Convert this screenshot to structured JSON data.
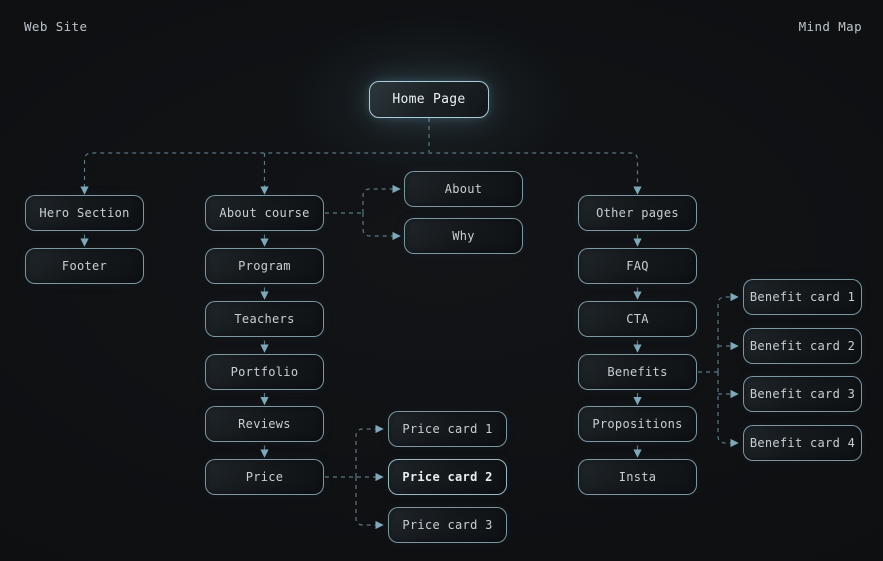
{
  "header": {
    "left_label": "Web Site",
    "right_label": "Mind Map"
  },
  "palette": {
    "background": "#0e1012",
    "node_border": "#8ba8b5",
    "home_border": "#a9ccd8",
    "connector_line": "#5a7784",
    "arrowhead": "#7fa9ba",
    "label_text": "#c7cfd4",
    "home_glow": "rgba(130,195,215,0.22)"
  },
  "nodes": {
    "home_page": {
      "label": "Home Page"
    },
    "hero_section": {
      "label": "Hero Section"
    },
    "footer": {
      "label": "Footer"
    },
    "about_course": {
      "label": "About course"
    },
    "program": {
      "label": "Program"
    },
    "teachers": {
      "label": "Teachers"
    },
    "portfolio": {
      "label": "Portfolio"
    },
    "reviews": {
      "label": "Reviews"
    },
    "price": {
      "label": "Price"
    },
    "about": {
      "label": "About"
    },
    "why": {
      "label": "Why"
    },
    "price_card_1": {
      "label": "Price card 1"
    },
    "price_card_2": {
      "label": "Price card 2"
    },
    "price_card_3": {
      "label": "Price card 3"
    },
    "other_pages": {
      "label": "Other pages"
    },
    "faq": {
      "label": "FAQ"
    },
    "cta": {
      "label": "CTA"
    },
    "benefits": {
      "label": "Benefits"
    },
    "propositions": {
      "label": "Propositions"
    },
    "insta": {
      "label": "Insta"
    },
    "benefit_card_1": {
      "label": "Benefit card 1"
    },
    "benefit_card_2": {
      "label": "Benefit card 2"
    },
    "benefit_card_3": {
      "label": "Benefit card 3"
    },
    "benefit_card_4": {
      "label": "Benefit card 4"
    }
  }
}
